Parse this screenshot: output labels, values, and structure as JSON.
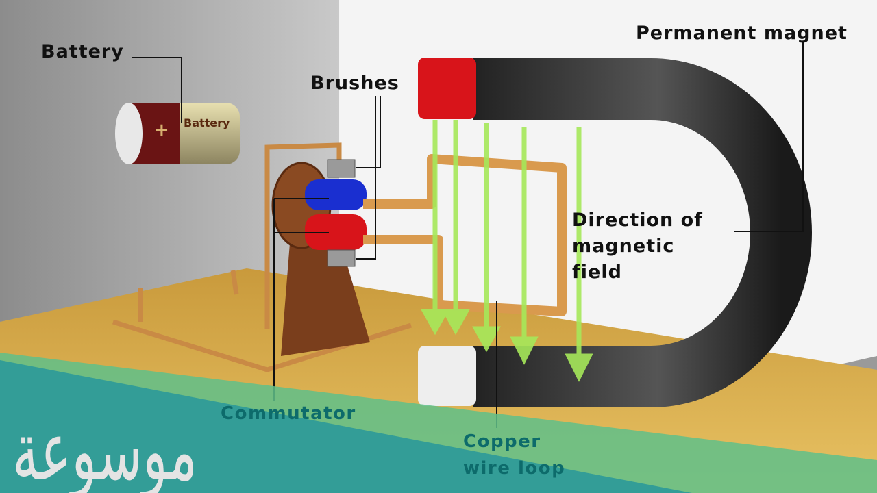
{
  "labels": {
    "battery": "Battery",
    "battery_body": "Battery",
    "battery_plus": "+",
    "brushes": "Brushes",
    "permanent_magnet": "Permanent magnet",
    "direction_line1": "Direction of",
    "direction_line2": "magnetic",
    "direction_line3": "field",
    "commutator": "Commutator",
    "copper_line1": "Copper",
    "copper_line2": "wire loop"
  },
  "watermark": "موسوعة",
  "colors": {
    "teal": "#2f9b98",
    "green_band": "#5fc08a",
    "magnet": "#2e2e2e",
    "north": "#d8141a",
    "field_arrow": "#a6e85a",
    "copper": "#d99a4e"
  }
}
